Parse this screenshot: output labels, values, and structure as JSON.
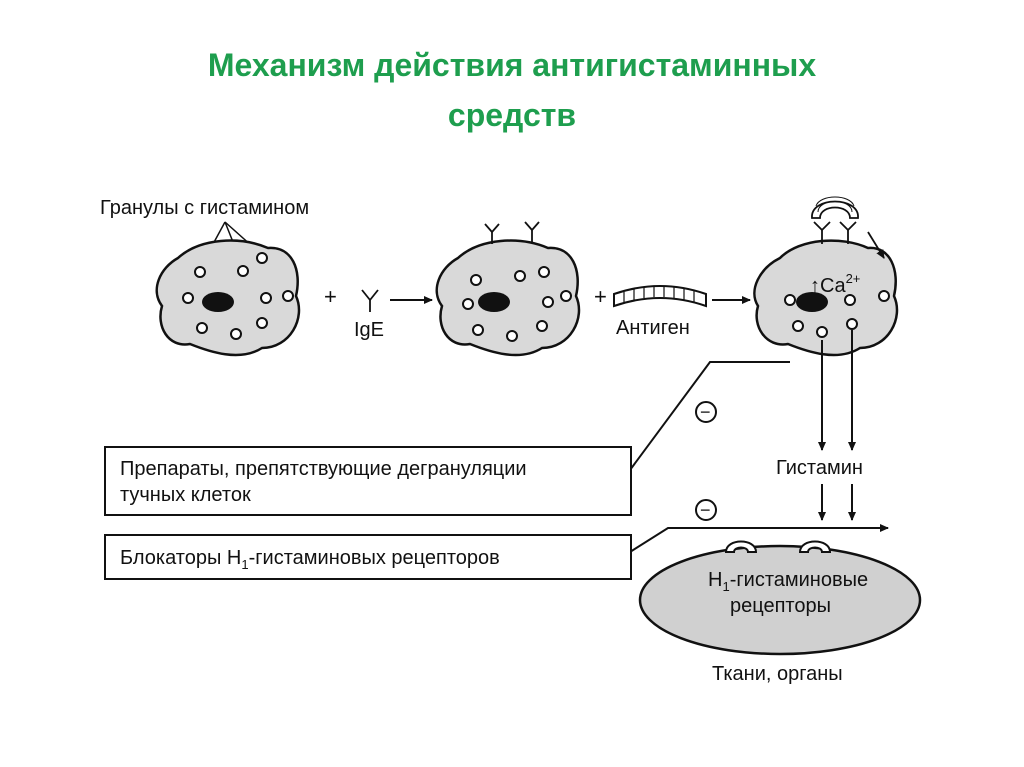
{
  "title": {
    "line1": "Механизм действия антигистаминных",
    "line2": "средств"
  },
  "labels": {
    "granules": "Гранулы с гистамином",
    "plus": "+",
    "ige": "IgE",
    "antigen": "Антиген",
    "calcium": "Ca",
    "calcium_sup": "2+",
    "up_arrow": "↑",
    "histamine": "Гистамин",
    "minus": "−",
    "receptors_line1": "H",
    "receptors_sub": "1",
    "receptors_line1_rest": "-гистаминовые",
    "receptors_line2": "рецепторы",
    "tissues": "Ткани, органы"
  },
  "boxes": {
    "degranulation_line1": "Препараты, препятствующие дегрануляции",
    "degranulation_line2": "тучных клеток",
    "blockers_prefix": "Блокаторы H",
    "blockers_sub": "1",
    "blockers_rest": "-гистаминовых рецепторов"
  },
  "colors": {
    "title": "#1e9e4e",
    "ink": "#111111",
    "cell_fill": "#d9d9d9",
    "tissue_fill": "#d0d0d0"
  }
}
